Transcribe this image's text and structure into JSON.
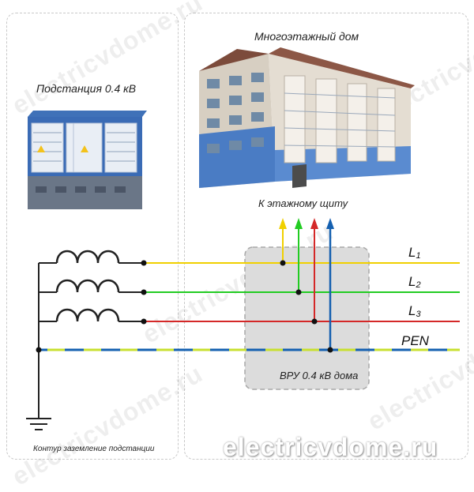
{
  "substation": {
    "title": "Подстанция 0.4 кВ"
  },
  "building": {
    "title": "Многоэтажный дом"
  },
  "floor_panel": {
    "label": "К этажному щиту"
  },
  "grounding": {
    "label": "Контур заземление подстанции"
  },
  "vru": {
    "label": "ВРУ 0.4 кВ дома"
  },
  "lines": {
    "l1": {
      "letter": "L",
      "index": "1",
      "color": "#f0d000"
    },
    "l2": {
      "letter": "L",
      "index": "2",
      "color": "#22cc22"
    },
    "l3": {
      "letter": "L",
      "index": "3",
      "color": "#d42828"
    },
    "pen": {
      "label": "PEN",
      "color": "#1560b0",
      "stripe": "#c8e030"
    }
  },
  "watermark": {
    "text": "electricvdome.ru"
  }
}
